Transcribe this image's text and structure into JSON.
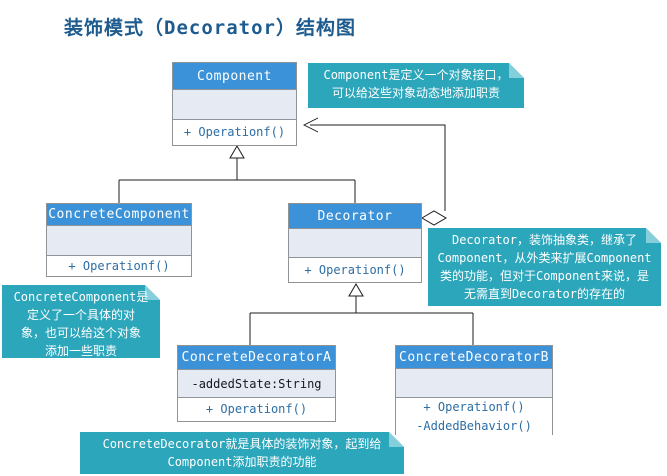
{
  "title": "装饰模式（Decorator）结构图",
  "colors": {
    "class_header": "#3b92d8",
    "class_attrs_bg": "#e6eaf3",
    "note_bg": "#2ca6bb",
    "title_text": "#1e5b8e",
    "operation_text": "#2d6ea5"
  },
  "classes": [
    {
      "name": "Component",
      "attributes": [],
      "operations": [
        "+ Operationf()"
      ]
    },
    {
      "name": "ConcreteComponent",
      "attributes": [],
      "operations": [
        "+ Operationf()"
      ]
    },
    {
      "name": "Decorator",
      "attributes": [],
      "operations": [
        "+ Operationf()"
      ]
    },
    {
      "name": "ConcreteDecoratorA",
      "attributes": [
        "-addedState:String"
      ],
      "operations": [
        "+ Operationf()"
      ]
    },
    {
      "name": "ConcreteDecoratorB",
      "attributes": [],
      "operations": [
        "+ Operationf()",
        "-AddedBehavior()"
      ]
    }
  ],
  "notes": [
    {
      "id": "component-note",
      "text": "Component是定义一个对象接口，\n可以给这些对象动态地添加职责"
    },
    {
      "id": "decorator-note",
      "text": "Decorator，装饰抽象类，继承了\nComponent，从外类来扩展Component\n类的功能，但对于Component来说，是\n无需直到Decorator的存在的"
    },
    {
      "id": "concrete-component-note",
      "text": "ConcreteComponent是\n定义了一个具体的对\n象，也可以给这个对象\n添加一些职责"
    },
    {
      "id": "concrete-decorator-note",
      "text": "ConcreteDecorator就是具体的装饰对象，起到给\nComponent添加职责的功能"
    }
  ],
  "relationships": [
    {
      "type": "generalization",
      "from": "ConcreteComponent",
      "to": "Component"
    },
    {
      "type": "generalization",
      "from": "Decorator",
      "to": "Component"
    },
    {
      "type": "aggregation",
      "from": "Decorator",
      "to": "Component"
    },
    {
      "type": "generalization",
      "from": "ConcreteDecoratorA",
      "to": "Decorator"
    },
    {
      "type": "generalization",
      "from": "ConcreteDecoratorB",
      "to": "Decorator"
    }
  ]
}
